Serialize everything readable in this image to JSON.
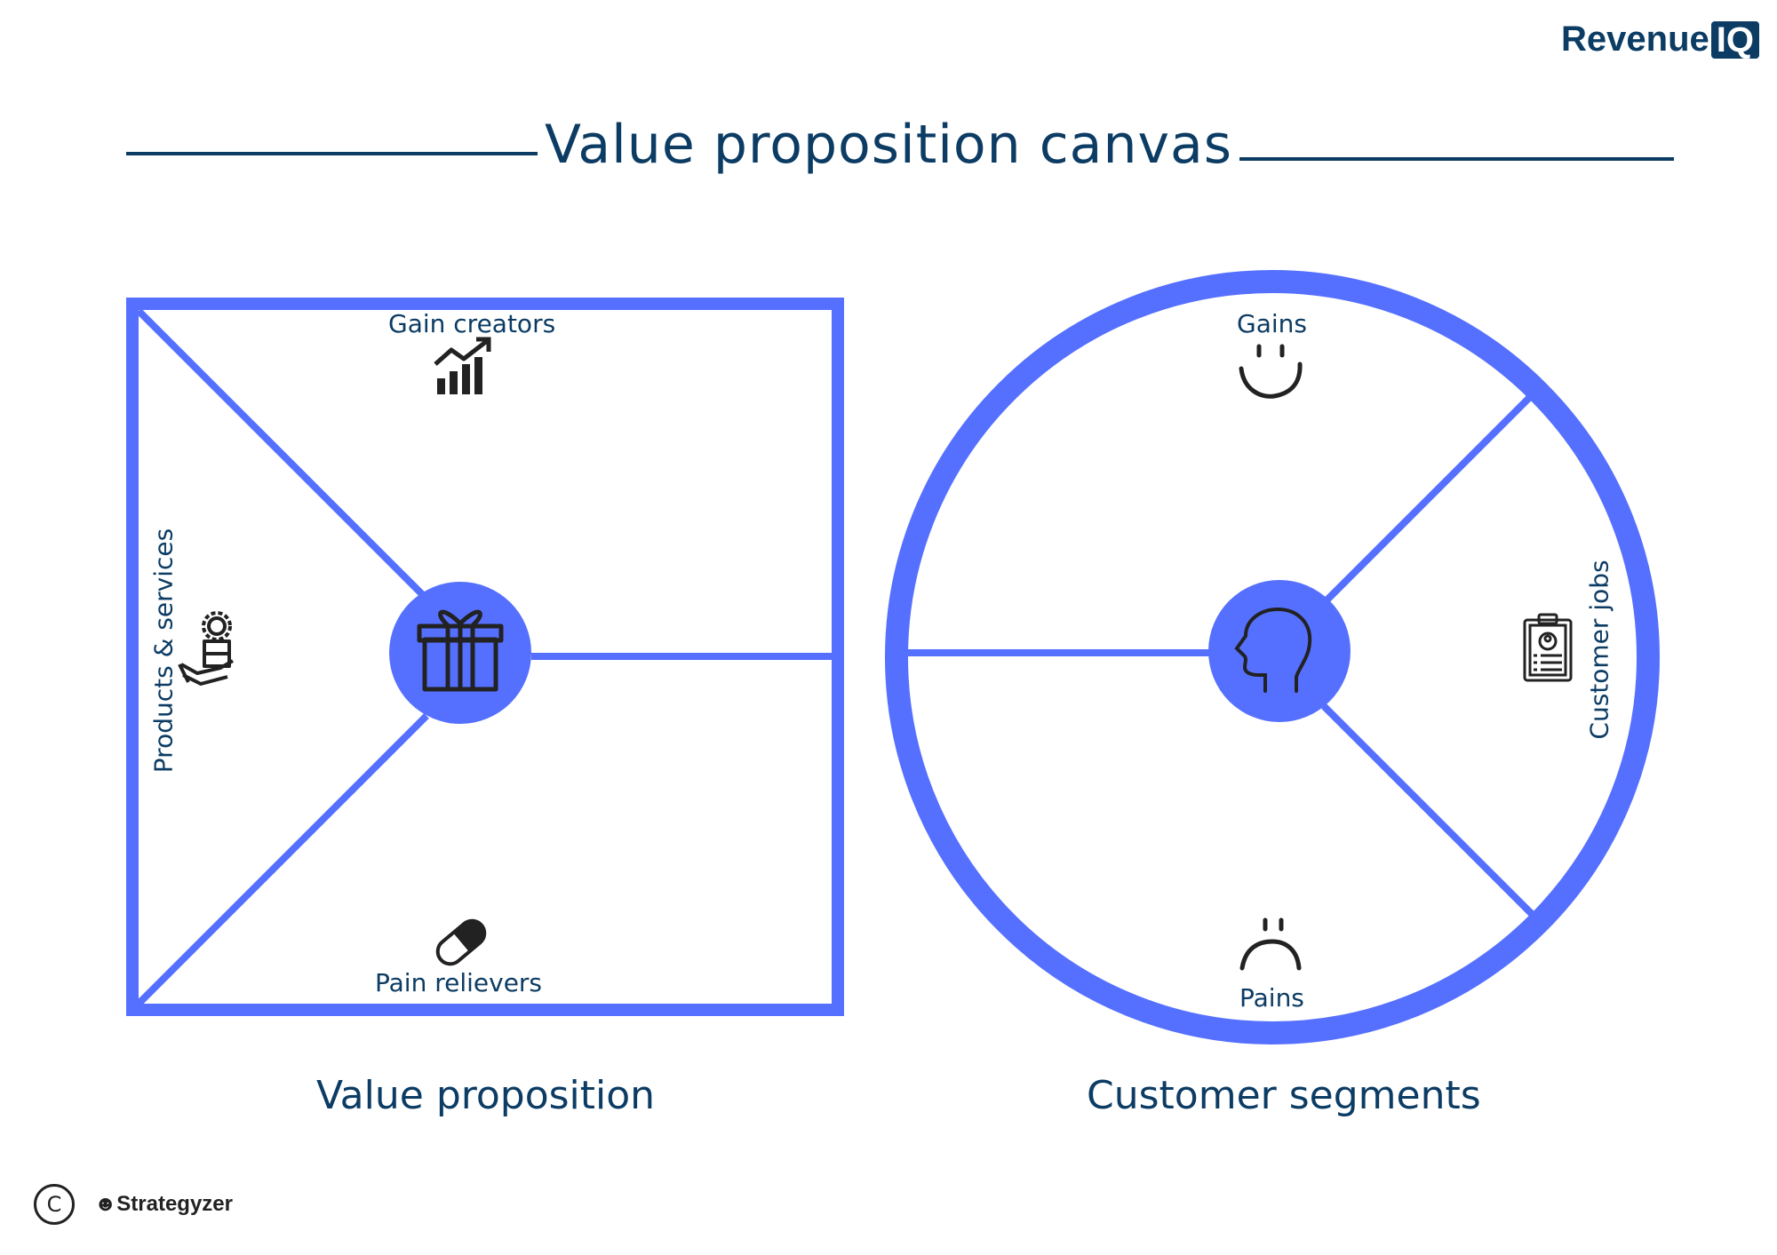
{
  "logo": {
    "text": "Revenue",
    "badge": "IQ"
  },
  "title": "Value proposition canvas",
  "value_proposition": {
    "caption": "Value proposition",
    "gain_creators": "Gain creators",
    "pain_relievers": "Pain relievers",
    "products_services": "Products & services"
  },
  "customer_segments": {
    "caption": "Customer segments",
    "gains": "Gains",
    "pains": "Pains",
    "customer_jobs": "Customer jobs"
  },
  "footer": {
    "copyright_symbol": "C",
    "brand": "Strategyzer"
  },
  "colors": {
    "accent": "#5570ff",
    "navy": "#0c3c64",
    "icon": "#222222"
  }
}
